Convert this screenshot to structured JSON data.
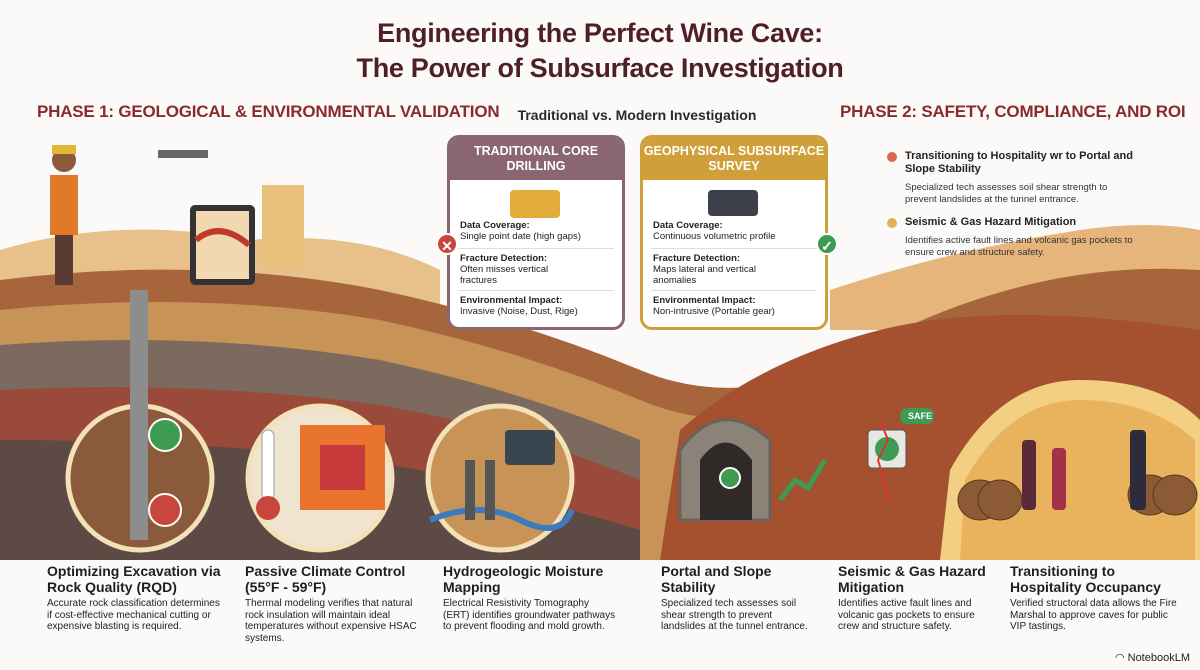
{
  "title": {
    "line1": "Engineering the Perfect Wine Cave:",
    "line2": "The Power of Subsurface Investigation"
  },
  "phase1": {
    "heading": "PHASE 1: GEOLOGICAL & ENVIRONMENTAL VALIDATION"
  },
  "phase2": {
    "heading": "PHASE 2: SAFETY, COMPLIANCE, AND ROI",
    "bullets": [
      {
        "title": "Transitioning to Hospitality wr to Portal and Slope Stability",
        "text": "Specialized tech assesses soil shear strength to prevent landslides at the tunnel entrance.",
        "color": "#d9694a"
      },
      {
        "title": "Seismic & Gas Hazard Mitigation",
        "text": "Identifies active fault lines and volcanic gas pockets to ensure crew and structure safety.",
        "color": "#e0b35a"
      }
    ]
  },
  "comparison": {
    "title": "Traditional vs. Modern Investigation",
    "traditional": {
      "heading": "TRADITIONAL CORE DRILLING",
      "color": "#8a6670",
      "rows": [
        {
          "label": "Data Coverage:",
          "value": "Single point date (high gaps)"
        },
        {
          "label": "Fracture Detection:",
          "value": "Often misses vertical fractures"
        },
        {
          "label": "Environmental Impact:",
          "value": "Invasive (Noise, Dust, Rige)"
        }
      ],
      "badge": "✕",
      "badge_color": "#c9463f"
    },
    "modern": {
      "heading": "GEOPHYSICAL SUBSURFACE SURVEY",
      "color": "#cf9f3a",
      "rows": [
        {
          "label": "Data Coverage:",
          "value": "Continuous volumetric profile"
        },
        {
          "label": "Fracture Detection:",
          "value": "Maps lateral and vertical anomalies"
        },
        {
          "label": "Environmental Impact:",
          "value": "Non-intrusive (Portable gear)"
        }
      ],
      "badge": "✓",
      "badge_color": "#3f9a52"
    }
  },
  "scene": {
    "safe_label": "SAFE"
  },
  "columns": [
    {
      "title": "Optimizing Excavation via Rock Quality (RQD)",
      "text": "Accurate rock classification determines if cost-effective mechanical cutting or expensive blasting is required."
    },
    {
      "title": "Passive Climate Control (55°F - 59°F)",
      "text": "Thermal modeling verifies that natural rock insulation will maintain ideal temperatures without expensive HSAC systems."
    },
    {
      "title": "Hydrogeologic Moisture Mapping",
      "text": "Electrical Resistivity Tomography (ERT) identifies groundwater pathways to prevent flooding and mold growth."
    },
    {
      "title": "Portal and Slope Stability",
      "text": "Specialized tech assesses soil shear strength to prevent landslides at the tunnel entrance."
    },
    {
      "title": "Seismic & Gas Hazard Mitigation",
      "text": "Identifies active fault lines and volcanic gas pockets to ensure crew and structure safety."
    },
    {
      "title": "Transitioning to Hospitality Occupancy",
      "text": "Verified structoral data allows the Fire Marshal to approve caves for public VIP tastings."
    }
  ],
  "brand": "NotebookLM"
}
